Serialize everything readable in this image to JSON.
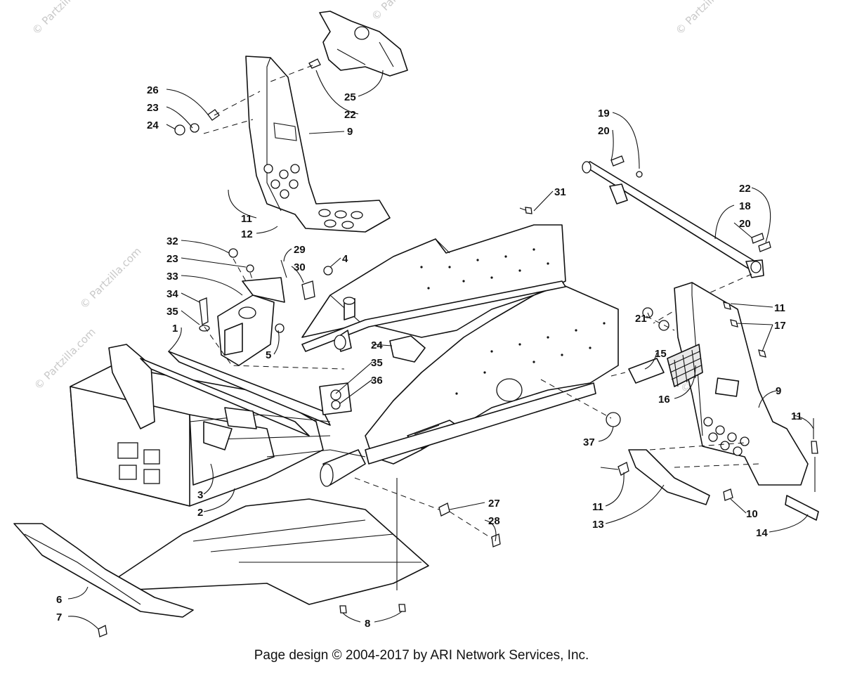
{
  "watermark_text": "© Partzilla.com",
  "footer": "Page design © 2004-2017 by ARI Network Services, Inc.",
  "callouts": [
    {
      "id": "c26",
      "text": "26"
    },
    {
      "id": "c23a",
      "text": "23"
    },
    {
      "id": "c24a",
      "text": "24"
    },
    {
      "id": "c25",
      "text": "25"
    },
    {
      "id": "c22a",
      "text": "22"
    },
    {
      "id": "c9a",
      "text": "9"
    },
    {
      "id": "c11a",
      "text": "11"
    },
    {
      "id": "c12",
      "text": "12"
    },
    {
      "id": "c32",
      "text": "32"
    },
    {
      "id": "c29",
      "text": "29"
    },
    {
      "id": "c4",
      "text": "4"
    },
    {
      "id": "c23b",
      "text": "23"
    },
    {
      "id": "c30",
      "text": "30"
    },
    {
      "id": "c33",
      "text": "33"
    },
    {
      "id": "c34",
      "text": "34"
    },
    {
      "id": "c35a",
      "text": "35"
    },
    {
      "id": "c1",
      "text": "1"
    },
    {
      "id": "c5",
      "text": "5"
    },
    {
      "id": "c24b",
      "text": "24"
    },
    {
      "id": "c35b",
      "text": "35"
    },
    {
      "id": "c36",
      "text": "36"
    },
    {
      "id": "c3",
      "text": "3"
    },
    {
      "id": "c2",
      "text": "2"
    },
    {
      "id": "c31",
      "text": "31"
    },
    {
      "id": "c19",
      "text": "19"
    },
    {
      "id": "c20a",
      "text": "20"
    },
    {
      "id": "c22b",
      "text": "22"
    },
    {
      "id": "c18",
      "text": "18"
    },
    {
      "id": "c20b",
      "text": "20"
    },
    {
      "id": "c11b",
      "text": "11"
    },
    {
      "id": "c17",
      "text": "17"
    },
    {
      "id": "c21",
      "text": "21"
    },
    {
      "id": "c15",
      "text": "15"
    },
    {
      "id": "c16",
      "text": "16"
    },
    {
      "id": "c9b",
      "text": "9"
    },
    {
      "id": "c11c",
      "text": "11"
    },
    {
      "id": "c37",
      "text": "37"
    },
    {
      "id": "c11d",
      "text": "11"
    },
    {
      "id": "c10",
      "text": "10"
    },
    {
      "id": "c13",
      "text": "13"
    },
    {
      "id": "c14",
      "text": "14"
    },
    {
      "id": "c27",
      "text": "27"
    },
    {
      "id": "c28",
      "text": "28"
    },
    {
      "id": "c6",
      "text": "6"
    },
    {
      "id": "c7",
      "text": "7"
    },
    {
      "id": "c8",
      "text": "8"
    }
  ]
}
